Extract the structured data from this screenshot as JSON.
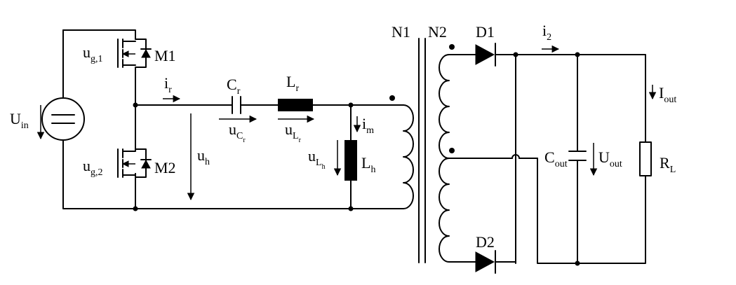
{
  "diagram": {
    "labels": {
      "U_in": {
        "main": "U",
        "sub": "in"
      },
      "ug1": {
        "main": "u",
        "sub": "g,1"
      },
      "ug2": {
        "main": "u",
        "sub": "g,2"
      },
      "M1": "M1",
      "M2": "M2",
      "ir": {
        "main": "i",
        "sub": "r"
      },
      "Cr": {
        "main": "C",
        "sub": "r"
      },
      "uCr": {
        "main": "u",
        "sub": "C",
        "subsub": "r"
      },
      "Lr": {
        "main": "L",
        "sub": "r"
      },
      "uLr": {
        "main": "u",
        "sub": "L",
        "subsub": "r"
      },
      "uh": {
        "main": "u",
        "sub": "h"
      },
      "im": {
        "main": "i",
        "sub": "m"
      },
      "uLh": {
        "main": "u",
        "sub": "L",
        "subsub": "h"
      },
      "Lh": {
        "main": "L",
        "sub": "h"
      },
      "N1": "N1",
      "N2": "N2",
      "D1": "D1",
      "D2": "D2",
      "i2": {
        "main": "i",
        "sub": "2"
      },
      "Cout": {
        "main": "C",
        "sub": "out"
      },
      "Uout": {
        "main": "U",
        "sub": "out"
      },
      "Iout": {
        "main": "I",
        "sub": "out"
      },
      "RL": {
        "main": "R",
        "sub": "L"
      }
    }
  }
}
